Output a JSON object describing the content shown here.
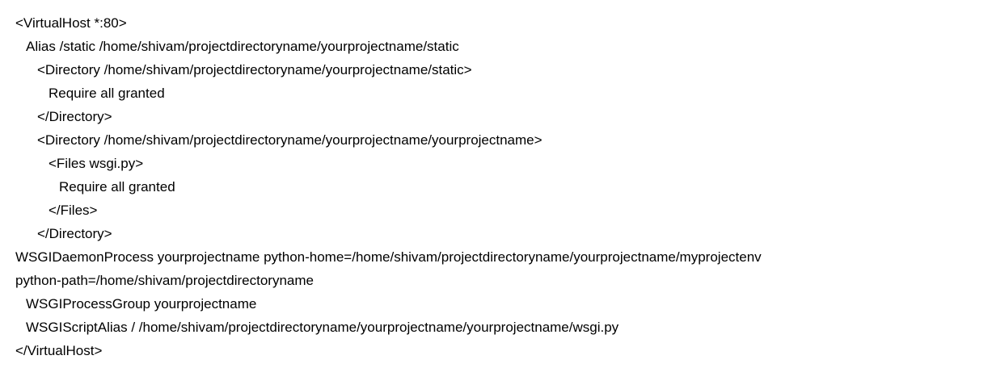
{
  "document": {
    "kind": "apache-virtualhost-config",
    "background_color": "#ffffff",
    "text_color": "#000000",
    "lines": [
      {
        "text": "<VirtualHost *:80>",
        "indent": 0
      },
      {
        "text": "Alias /static /home/shivam/projectdirectoryname/yourprojectname/static",
        "indent": 1
      },
      {
        "text": "<Directory /home/shivam/projectdirectoryname/yourprojectname/static>",
        "indent": 2
      },
      {
        "text": "Require all granted",
        "indent": 3
      },
      {
        "text": "</Directory>",
        "indent": 2
      },
      {
        "text": "<Directory /home/shivam/projectdirectoryname/yourprojectname/yourprojectname>",
        "indent": 2
      },
      {
        "text": "<Files wsgi.py>",
        "indent": 3
      },
      {
        "text": "Require all granted",
        "indent": 4
      },
      {
        "text": "</Files>",
        "indent": 3
      },
      {
        "text": "</Directory>",
        "indent": 2
      },
      {
        "text": "WSGIDaemonProcess yourprojectname python-home=/home/shivam/projectdirectoryname/yourprojectname/myprojectenv",
        "indent": 0
      },
      {
        "text": "python-path=/home/shivam/projectdirectoryname",
        "indent": 0
      },
      {
        "text": "WSGIProcessGroup yourprojectname",
        "indent": 1
      },
      {
        "text": "WSGIScriptAlias / /home/shivam/projectdirectoryname/yourprojectname/yourprojectname/wsgi.py",
        "indent": 1
      },
      {
        "text": "</VirtualHost>",
        "indent": 0
      }
    ]
  }
}
